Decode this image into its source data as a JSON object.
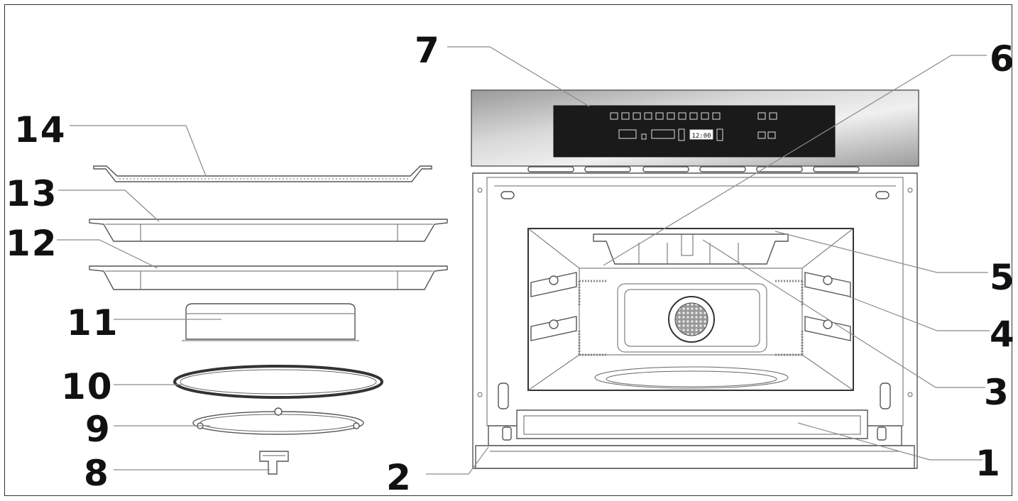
{
  "callouts": [
    {
      "id": "c1",
      "label": "1"
    },
    {
      "id": "c2",
      "label": "2"
    },
    {
      "id": "c3",
      "label": "3"
    },
    {
      "id": "c4",
      "label": "4"
    },
    {
      "id": "c5",
      "label": "5"
    },
    {
      "id": "c6",
      "label": "6"
    },
    {
      "id": "c7",
      "label": "7"
    },
    {
      "id": "c8",
      "label": "8"
    },
    {
      "id": "c9",
      "label": "9"
    },
    {
      "id": "c10",
      "label": "10"
    },
    {
      "id": "c11",
      "label": "11"
    },
    {
      "id": "c12",
      "label": "12"
    },
    {
      "id": "c13",
      "label": "13"
    },
    {
      "id": "c14",
      "label": "14"
    }
  ],
  "display": {
    "time": "12:00"
  },
  "colors": {
    "panel": "#141414",
    "steel": "#b8b8b8",
    "line": "#555555",
    "leader": "#8a8a8a"
  }
}
